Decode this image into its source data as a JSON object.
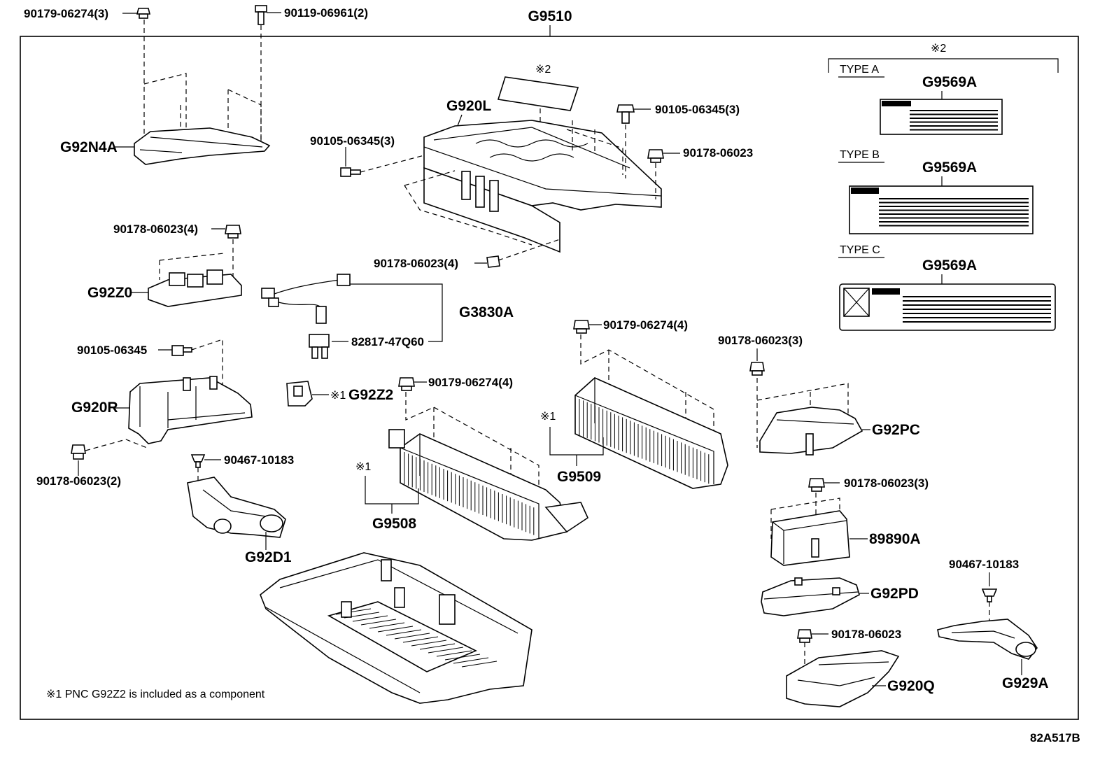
{
  "title": "G9510",
  "footnote": "※1 PNC G92Z2 is included as a component",
  "figure_code": "82A517B",
  "note1_mark": "※1",
  "note2_mark": "※2",
  "types": [
    {
      "label": "TYPE A",
      "part": "G9569A"
    },
    {
      "label": "TYPE B",
      "part": "G9569A"
    },
    {
      "label": "TYPE C",
      "part": "G9569A"
    }
  ],
  "parts": {
    "top_bolt_1": "90179-06274(3)",
    "top_bolt_2": "90119-06961(2)",
    "cover_left": "G92N4A",
    "cover_main": "G920L",
    "bolt_90105_a": "90105-06345(3)",
    "bolt_90105_b": "90105-06345(3)",
    "nut_90178_top": "90178-06023",
    "nut_90178_4a": "90178-06023(4)",
    "nut_90178_4b": "90178-06023(4)",
    "block_g92z0": "G92Z0",
    "harness": "G3830A",
    "connector": "82817-47Q60",
    "bolt_90105_single": "90105-06345",
    "bracket_g920r": "G920R",
    "clip_g92z2": "G92Z2",
    "nut_90178_2": "90178-06023(2)",
    "clip_90467_a": "90467-10183",
    "duct_g92d1": "G92D1",
    "nut_90179_4a": "90179-06274(4)",
    "nut_90179_4b": "90179-06274(4)",
    "stack_g9508": "G9508",
    "stack_g9509": "G9509",
    "nut_90178_3a": "90178-06023(3)",
    "nut_90178_3b": "90178-06023(3)",
    "cover_g92pc": "G92PC",
    "ecu_89890a": "89890A",
    "cover_g92pd": "G92PD",
    "clip_90467_b": "90467-10183",
    "duct_g929a": "G929A",
    "nut_90178_bottom": "90178-06023",
    "bracket_g920q": "G920Q"
  }
}
